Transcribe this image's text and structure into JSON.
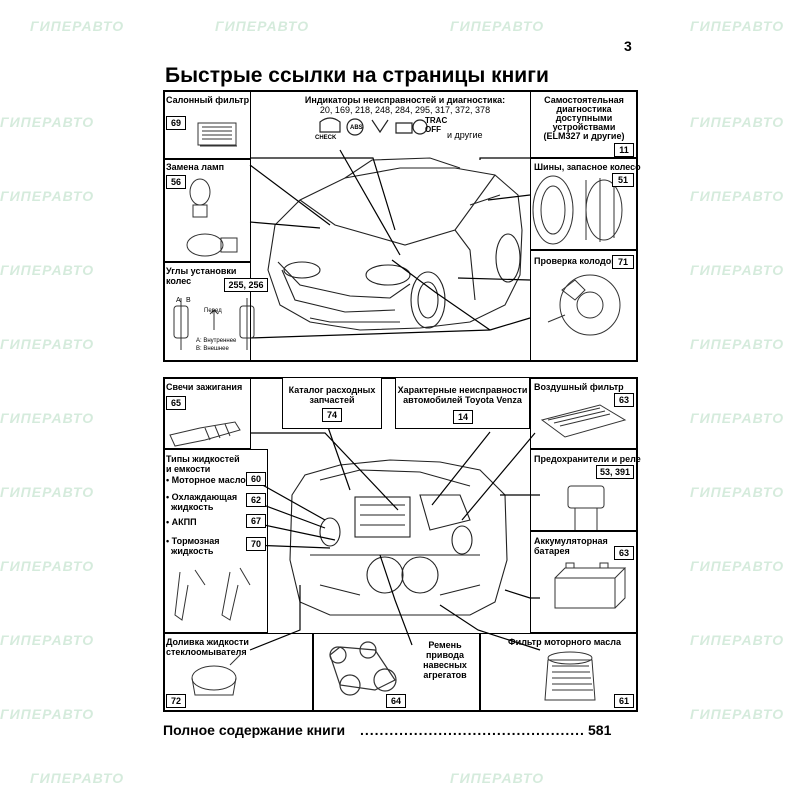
{
  "page_number": "3",
  "title": "Быстрые ссылки на страницы книги",
  "watermark": "ГИПЕРАВТО",
  "top_section": {
    "cabin_filter": {
      "label": "Салонный фильтр",
      "page": "69"
    },
    "indicators": {
      "label": "Индикаторы неисправностей и диагностика:",
      "pages": "20, 169, 218, 248, 284, 295, 317, 372, 378",
      "extra": "и другие",
      "trac_label": "TRAC",
      "off_label": "OFF",
      "check_label": "CHECK",
      "abs_label": "ABS"
    },
    "self_diagnostics": {
      "label_line1": "Самостоятельная",
      "label_line2": "диагностика",
      "label_line3": "доступными",
      "label_line4": "устройствами",
      "label_line5": "(ELM327 и другие)",
      "page": "11"
    },
    "lamp_replace": {
      "label": "Замена ламп",
      "page": "56"
    },
    "tires": {
      "label": "Шины, запасное колесо",
      "page": "51"
    },
    "wheel_alignment": {
      "label_line1": "Углы установки",
      "label_line2": "колес",
      "page": "255, 256",
      "forward": "Перед",
      "inner": "А: Внутреннее",
      "outer": "В: Внешнее",
      "a": "A",
      "b": "B"
    },
    "brake_pads": {
      "label": "Проверка колодок",
      "page": "71"
    }
  },
  "bottom_section": {
    "spark_plugs": {
      "label": "Свечи зажигания",
      "page": "65"
    },
    "consumables": {
      "label_line1": "Каталог расходных",
      "label_line2": "запчастей",
      "page": "74"
    },
    "typical_faults": {
      "label_line1": "Характерные неисправности",
      "label_line2": "автомобилей Toyota Venza",
      "page": "14"
    },
    "air_filter": {
      "label": "Воздушный фильтр",
      "page": "63"
    },
    "fluids": {
      "label_line1": "Типы жидкостей",
      "label_line2": "и емкости",
      "items": [
        {
          "label_line1": "Моторное масло",
          "label_line2": "",
          "page": "60"
        },
        {
          "label_line1": "Охлаждающая",
          "label_line2": "жидкость",
          "page": "62"
        },
        {
          "label_line1": "АКПП",
          "label_line2": "",
          "page": "67"
        },
        {
          "label_line1": "Тормозная",
          "label_line2": "жидкость",
          "page": "70"
        }
      ]
    },
    "fuses": {
      "label": "Предохранители и реле",
      "page": "53, 391"
    },
    "battery": {
      "label_line1": "Аккумуляторная",
      "label_line2": "батарея",
      "page": "63"
    },
    "washer_fluid": {
      "label_line1": "Доливка жидкости",
      "label_line2": "стеклоомывателя",
      "page": "72"
    },
    "drive_belt": {
      "label_line1": "Ремень",
      "label_line2": "привода",
      "label_line3": "навесных",
      "label_line4": "агрегатов",
      "page": "64"
    },
    "oil_filter": {
      "label": "Фильтр моторного масла",
      "page": "61"
    }
  },
  "toc": {
    "label": "Полное содержание книги",
    "dots": "................................................................",
    "page": "581"
  }
}
